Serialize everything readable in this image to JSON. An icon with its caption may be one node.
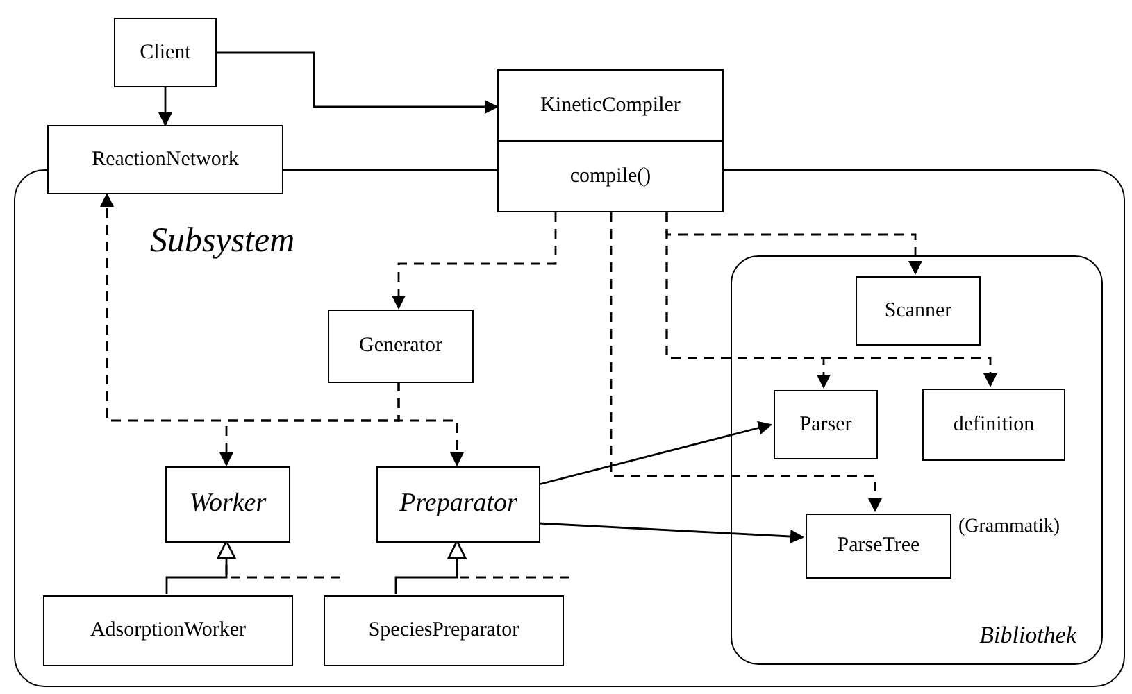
{
  "diagram": {
    "nodes": [
      {
        "text": [
          "Subsystem"
        ]
      },
      {
        "text": [
          "Client"
        ]
      },
      {
        "text": [
          "ReactionNetwork"
        ]
      },
      {
        "text": [
          "KineticCompiler",
          "compile()"
        ]
      },
      {
        "text": [
          "Generator"
        ],
        "in": 0
      },
      {
        "text": [
          "Worker"
        ],
        "in": 0
      },
      {
        "text": [
          "Preparator"
        ],
        "in": 0
      },
      {
        "text": [
          "AdsorptionWorker"
        ],
        "in": 0
      },
      {
        "text": [
          "SpeciesPreparator"
        ],
        "in": 0
      },
      {
        "text": [
          "Bibliothek"
        ],
        "in": 0
      },
      {
        "text": [
          "Scanner"
        ],
        "in": 9
      },
      {
        "text": [
          "Parser"
        ],
        "in": 9
      },
      {
        "text": [
          "definition"
        ],
        "in": 9
      },
      {
        "text": [
          "ParseTree"
        ],
        "in": 9
      }
    ],
    "edges": [
      {
        "from": 1,
        "to": 2,
        "arrow": "to"
      },
      {
        "from": 1,
        "to": 3,
        "arrow": "to"
      },
      {
        "from": 3,
        "to": 4,
        "arrow": "to",
        "style": "dashed"
      },
      {
        "from": 3,
        "to": 10,
        "arrow": "to",
        "style": "dashed"
      },
      {
        "from": 3,
        "to": 11,
        "arrow": "to",
        "style": "dashed"
      },
      {
        "from": 3,
        "to": 12,
        "arrow": "to",
        "style": "dashed"
      },
      {
        "from": 3,
        "to": 13,
        "arrow": "to",
        "style": "dashed"
      },
      {
        "from": 4,
        "to": 2,
        "arrow": "to",
        "style": "dashed"
      },
      {
        "from": 4,
        "to": 5,
        "arrow": "to",
        "style": "dashed"
      },
      {
        "from": 4,
        "to": 6,
        "arrow": "to",
        "style": "dashed"
      },
      {
        "from": 6,
        "to": 11,
        "arrow": "to"
      },
      {
        "from": 6,
        "to": 13,
        "arrow": "to"
      },
      {
        "from": 7,
        "to": 5,
        "arrow": "to"
      },
      {
        "from": 8,
        "to": 6,
        "arrow": "to"
      },
      {
        "from": null,
        "to": 5,
        "arrow": "to",
        "style": "dashed"
      },
      {
        "from": null,
        "to": 6,
        "arrow": "to",
        "style": "dashed"
      }
    ],
    "labels": [
      "(Grammatik)"
    ]
  }
}
